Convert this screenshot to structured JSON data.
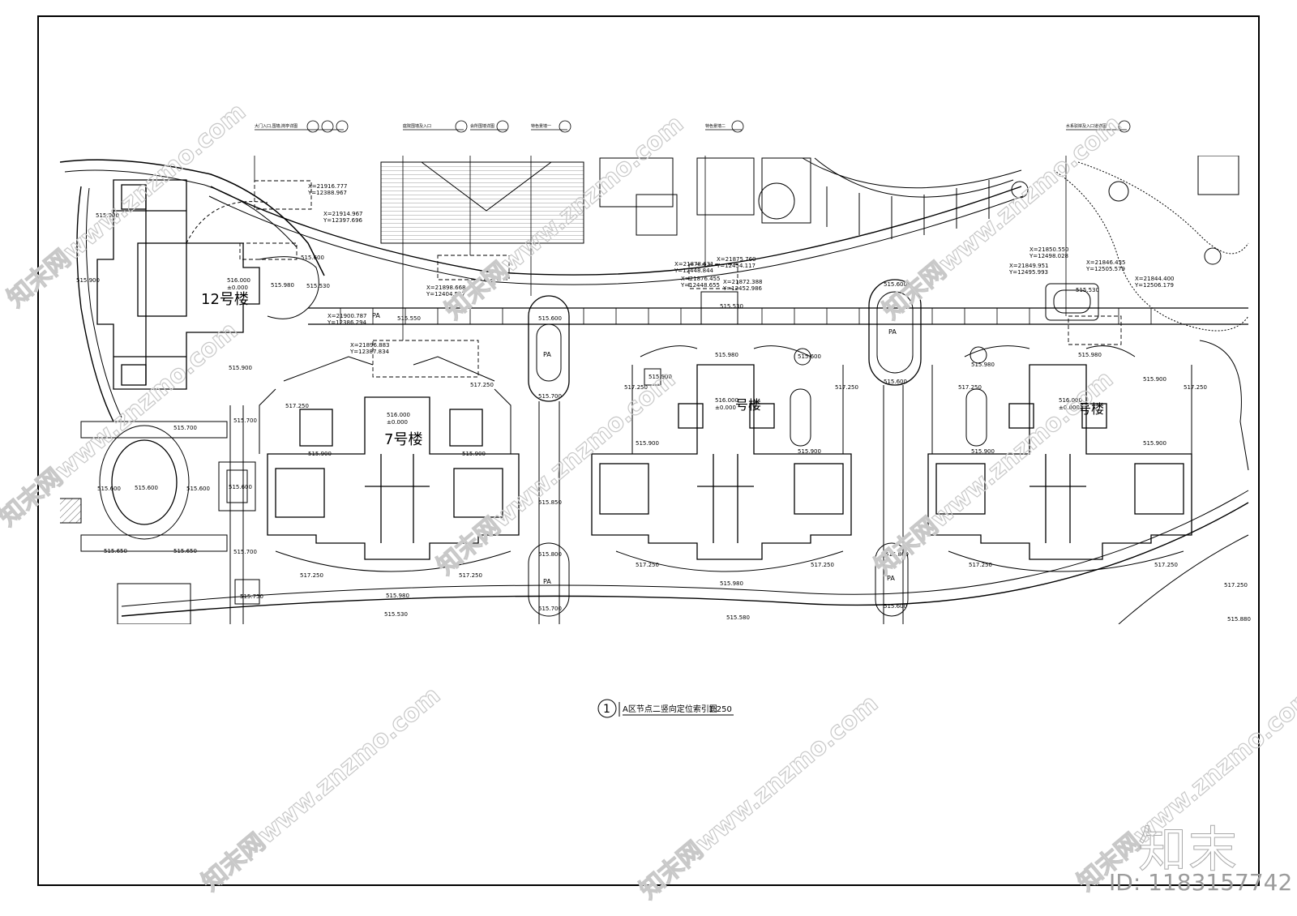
{
  "drawing": {
    "title": "A区节点二竖向定位索引图",
    "scale": "1:250",
    "index_number": "1"
  },
  "buildings": [
    {
      "label": "12号楼",
      "level": "516.000",
      "zero": "±0.000"
    },
    {
      "label": "7号楼",
      "level": "516.000",
      "zero": "±0.000"
    },
    {
      "label": "号楼",
      "level": "516.000",
      "zero": "±0.000"
    },
    {
      "label": "号楼",
      "level": "516.000",
      "zero": "±0.000"
    }
  ],
  "callouts": [
    {
      "text": "大门入口,围墙,岗亭详图"
    },
    {
      "text": "庭院围墙及入口"
    },
    {
      "text": "会所围墙详图"
    },
    {
      "text": "特色景墙一"
    },
    {
      "text": "特色景墙二"
    },
    {
      "text": "水系驳岸及入口道详图"
    }
  ],
  "coordinates": [
    {
      "x": "X=21916.777",
      "y": "Y=12388.967"
    },
    {
      "x": "X=21914.967",
      "y": "Y=12397.696"
    },
    {
      "x": "X=21900.787",
      "y": "Y=12386.294"
    },
    {
      "x": "X=21896.883",
      "y": "Y=12387.834"
    },
    {
      "x": "X=21898.668",
      "y": "Y=12404.557"
    },
    {
      "x": "X=21878.631",
      "y": "Y=12448.844"
    },
    {
      "x": "X=21875.760",
      "y": "Y=12454.117"
    },
    {
      "x": "X=21876.455",
      "y": "Y=12448.655"
    },
    {
      "x": "X=21872.388",
      "y": "Y=12452.986"
    },
    {
      "x": "X=21850.550",
      "y": "Y=12498.028"
    },
    {
      "x": "X=21849.951",
      "y": "Y=12495.993"
    },
    {
      "x": "X=21846.435",
      "y": "Y=12505.579"
    },
    {
      "x": "X=21844.400",
      "y": "Y=12506.179"
    }
  ],
  "elevations": [
    "515.900",
    "515.980",
    "515.530",
    "515.600",
    "515.550",
    "515.700",
    "515.650",
    "515.750",
    "515.850",
    "517.250",
    "515.800",
    "516.000",
    "515.580",
    "515.880"
  ],
  "area_labels": [
    "PA",
    "PA",
    "PA",
    "PA",
    "PA"
  ],
  "watermark": {
    "site": "www.znzmo.com",
    "brand_site": "知末网",
    "brand": "知末",
    "id": "ID: 1183157742"
  },
  "colors": {
    "line": "#000000",
    "watermark": "#c8c8c8",
    "background": "#ffffff"
  }
}
